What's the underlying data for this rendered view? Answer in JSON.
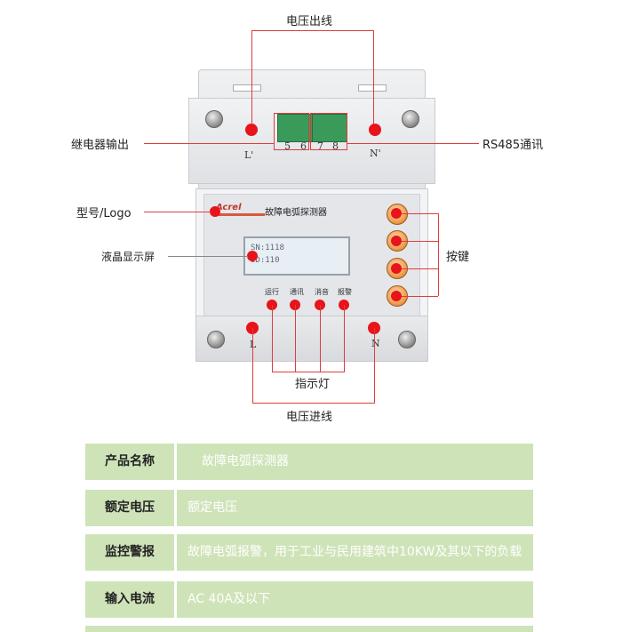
{
  "annotations": {
    "voltage_output": "电压出线",
    "relay_output": "继电器输出",
    "rs485": "RS485通讯",
    "model_logo": "型号/Logo",
    "lcd_screen": "液晶显示屏",
    "keys": "按键",
    "indicators": "指示灯",
    "voltage_input": "电压进线"
  },
  "device": {
    "brand": "Acrel",
    "name": "故障电弧探测器",
    "terminal_numbers": [
      "5",
      "6",
      "7",
      "8"
    ],
    "top_left_mark": "L'",
    "top_right_mark": "N'",
    "bottom_left_mark": "L",
    "bottom_right_mark": "N",
    "lcd_lines": [
      "SN:1118",
      "ID:110"
    ],
    "led_labels": [
      "运行",
      "通讯",
      "消音",
      "报警"
    ]
  },
  "spec_table": [
    {
      "key": "产品名称",
      "value": "故障电弧探测器"
    },
    {
      "key": "额定电压",
      "value": "额定电压"
    },
    {
      "key": "监控警报",
      "value": "故障电弧报警，用于工业与民用建筑中10KW及其以下的负载"
    },
    {
      "key": "输入电流",
      "value": "AC 40A及以下"
    }
  ],
  "colors": {
    "marker_red": "#e8131b",
    "table_green": "#cfe3b8",
    "button_orange": "#f0a050"
  }
}
